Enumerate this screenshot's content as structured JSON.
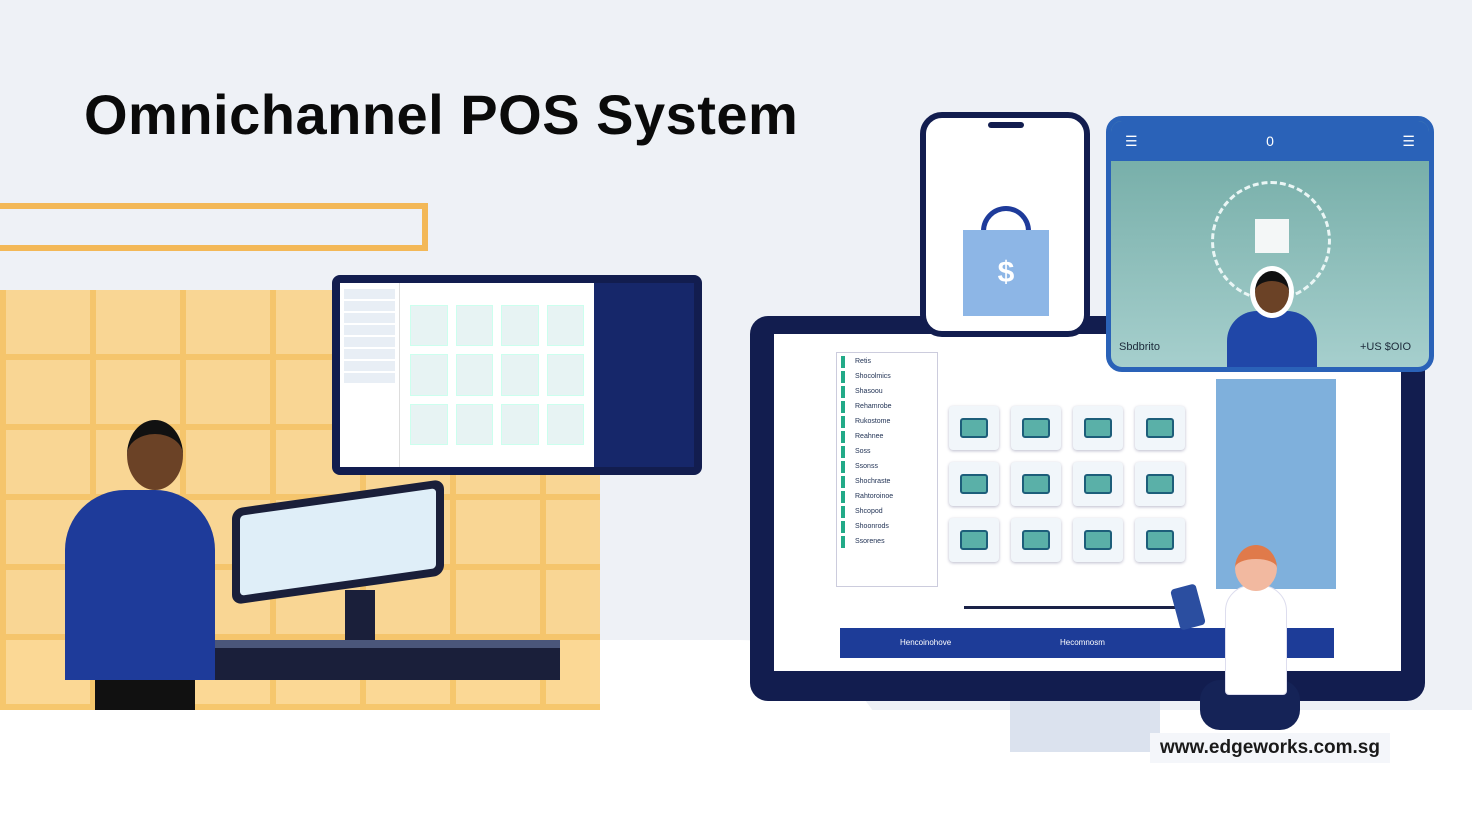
{
  "title": "Omnichannel POS System",
  "tablet": {
    "status": "0",
    "label_left": "Sbdbrito",
    "label_right": "+US $OIO"
  },
  "phone": {
    "bag_symbol": "$"
  },
  "desktop": {
    "sidebar_items": [
      "Retis",
      "Shocolmics",
      "Shasoou",
      "Rehamrobe",
      "Rukostome",
      "Reahnee",
      "Soss",
      "Ssonss",
      "Shochraste",
      "Rahtoroinoe",
      "Shcopod",
      "Shoonrods",
      "Ssorenes"
    ],
    "buttons": [
      "Hencoinohove",
      "Hecomnosm"
    ]
  },
  "url": "www.edgeworks.com.sg",
  "colors": {
    "navy": "#121d4f",
    "accent_blue": "#2a62b8",
    "shelf": "#f6c15e"
  }
}
